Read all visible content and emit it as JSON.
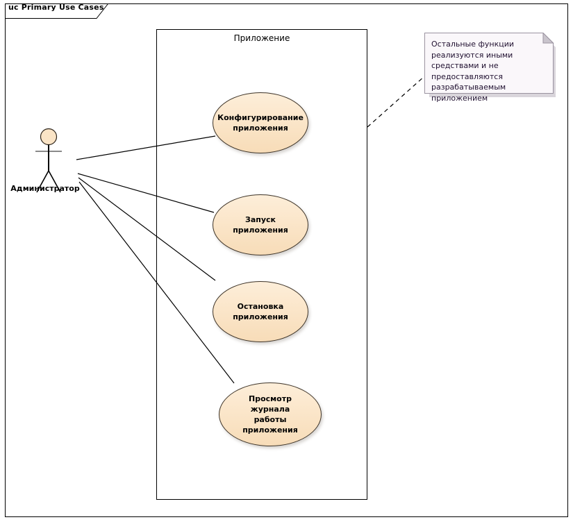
{
  "diagram": {
    "frame_tab_label": "uc Primary Use Cases",
    "boundary_label": "Приложение",
    "actor": {
      "name": "Администратор",
      "icon": "stick-figure-actor-icon"
    },
    "use_cases": [
      {
        "id": "configure",
        "line1": "Конфигурирование",
        "line2": "приложения"
      },
      {
        "id": "start",
        "line1": "Запуск приложения",
        "line2": ""
      },
      {
        "id": "stop",
        "line1": "Остановка",
        "line2": "приложения"
      },
      {
        "id": "view-log",
        "line1": "Просмотр журнала",
        "line2": "работы приложения"
      }
    ],
    "note": {
      "text": "Остальные функции реализуются иными средствами и не предоставляются разрабатываемым приложением"
    },
    "colors": {
      "usecase_fill_top": "#fdeed9",
      "usecase_fill_bottom": "#f7dcb8",
      "usecase_stroke": "#3d3327",
      "actor_head_fill": "#fae4c6",
      "note_fill": "#faf7fa",
      "note_stroke": "#9a93a0",
      "line_stroke": "#000000",
      "frame_stroke": "#000000"
    }
  }
}
